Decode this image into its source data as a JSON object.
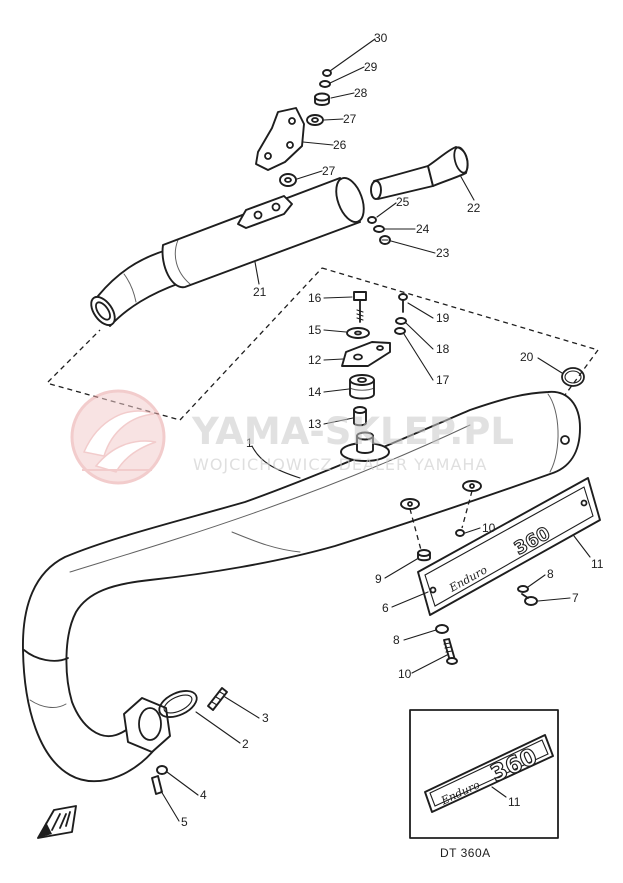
{
  "diagram": {
    "callouts": [
      "30",
      "29",
      "28",
      "27",
      "26",
      "27",
      "25",
      "24",
      "23",
      "22",
      "21",
      "16",
      "19",
      "15",
      "18",
      "12",
      "17",
      "20",
      "14",
      "13",
      "1",
      "10",
      "11",
      "9",
      "6",
      "8",
      "7",
      "8",
      "10",
      "3",
      "2",
      "4",
      "5",
      "11"
    ],
    "plate": {
      "script": "Enduro",
      "number": "360"
    },
    "inset_plate": {
      "script": "Enduro",
      "number": "360"
    },
    "model_label": "DT 360A"
  },
  "watermark": {
    "brand": "YAMA-SKLEP.PL",
    "tagline": "WOJCICHOWICZ DEALER YAMAHA"
  },
  "colors": {
    "line": "#1e1e1e",
    "background": "#ffffff",
    "watermark_text": "#c9c9c9",
    "watermark_logo": "#e9a3a3"
  }
}
